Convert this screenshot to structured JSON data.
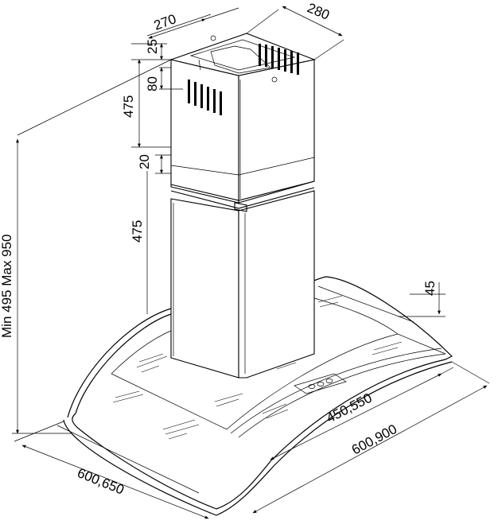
{
  "dimensions": {
    "top_depth": "270",
    "top_width": "280",
    "top_offset": "25",
    "vent_height": "80",
    "upper_chimney": "475",
    "overlap": "20",
    "lower_chimney": "475",
    "total_height": "Min 495 Max 950",
    "glass_thickness": "45",
    "canopy_depth": "450,550",
    "canopy_width": "600,900",
    "canopy_side": "600,650"
  }
}
